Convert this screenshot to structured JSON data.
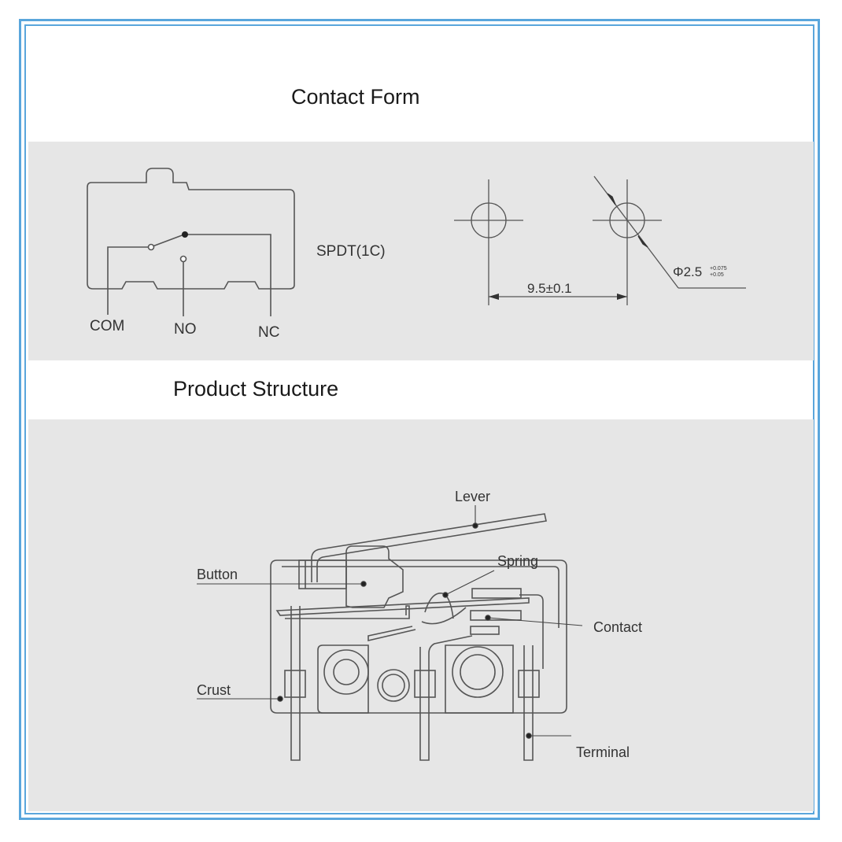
{
  "colors": {
    "frame": "#5aa6dc",
    "band": "#e6e6e6",
    "line": "#555555"
  },
  "contact_form": {
    "title": "Contact Form",
    "terminals": {
      "com": "COM",
      "no": "NO",
      "nc": "NC"
    },
    "type_label": "SPDT(1C)",
    "pitch_label": "9.5±0.1",
    "hole_label": "Φ2.5",
    "hole_tol_upper": "+0.075",
    "hole_tol_lower": "+0.05"
  },
  "product_structure": {
    "title": "Product Structure",
    "labels": {
      "lever": "Lever",
      "button": "Button",
      "spring": "Spring",
      "contact": "Contact",
      "crust": "Crust",
      "terminal": "Terminal"
    }
  }
}
